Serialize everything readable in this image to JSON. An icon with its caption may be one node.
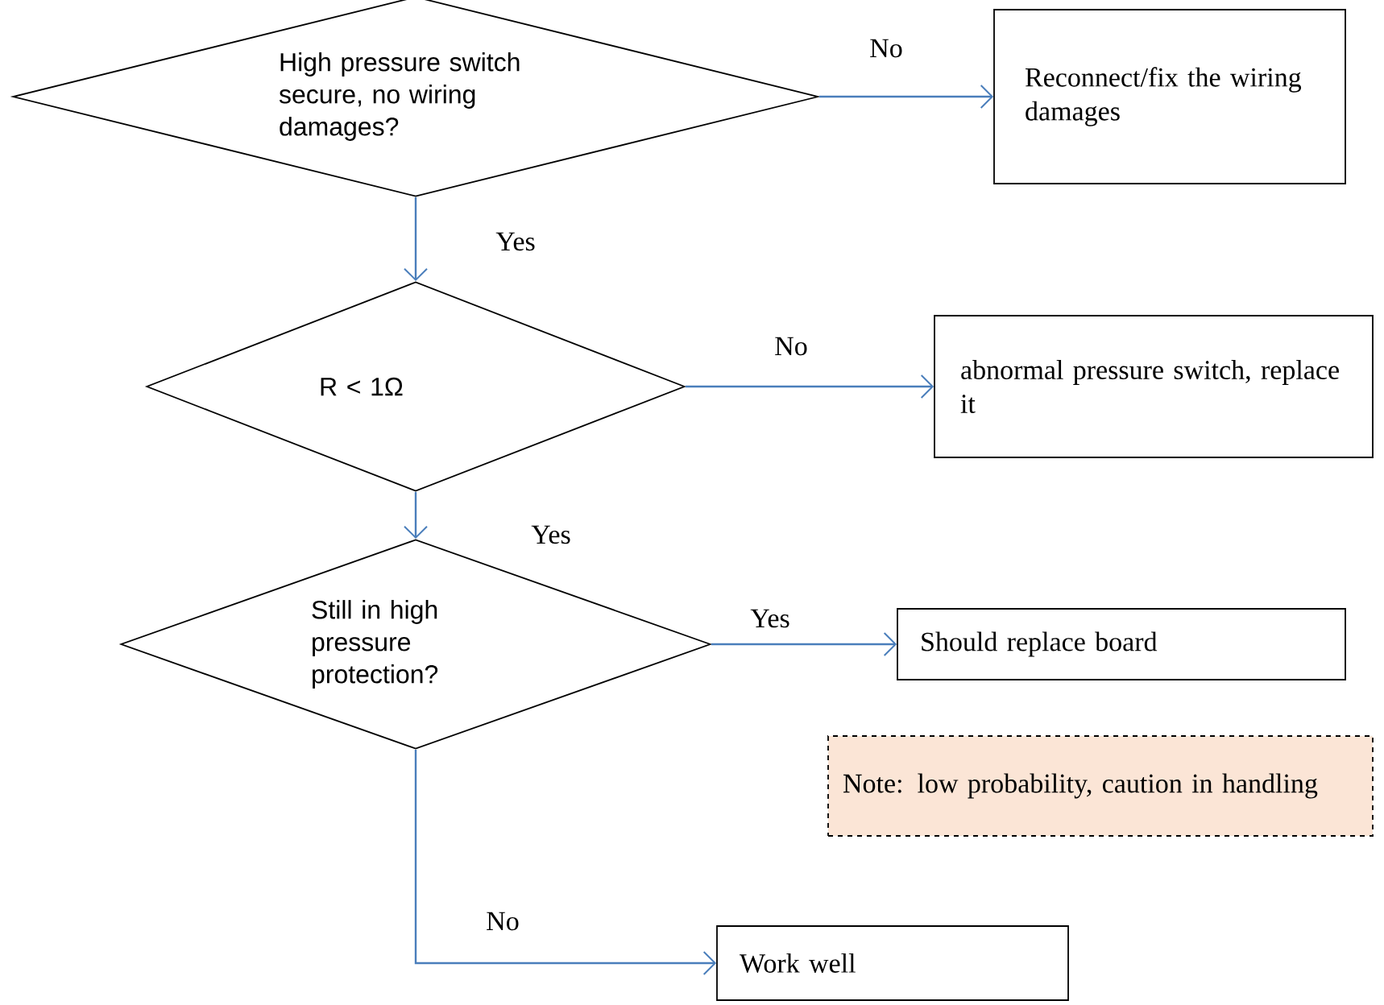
{
  "diagram": {
    "nodes": [
      {
        "text": [
          "High pressure switch secure, no wiring damages?"
        ]
      },
      {
        "text": [
          "Reconnect/fix the wiring damages"
        ]
      },
      {
        "text": [
          "R < 1Ω"
        ]
      },
      {
        "text": [
          "abnormal pressure switch, replace it"
        ]
      },
      {
        "text": [
          "Still in high pressure protection?"
        ]
      },
      {
        "text": [
          "Should replace board"
        ]
      },
      {
        "text": [
          "Note: low probability, caution in handling"
        ]
      },
      {
        "text": [
          "Work well"
        ]
      }
    ],
    "edges": [
      {
        "from": 0,
        "to": 1,
        "arrow": "to",
        "label": "No"
      },
      {
        "from": 0,
        "to": 2,
        "arrow": "to",
        "label": "Yes"
      },
      {
        "from": 2,
        "to": 3,
        "arrow": "to",
        "label": "No"
      },
      {
        "from": 2,
        "to": 4,
        "arrow": "to",
        "label": "Yes"
      },
      {
        "from": 4,
        "to": 5,
        "arrow": "to",
        "label": "Yes"
      },
      {
        "from": 4,
        "to": 7,
        "arrow": "to",
        "label": "No"
      }
    ]
  }
}
